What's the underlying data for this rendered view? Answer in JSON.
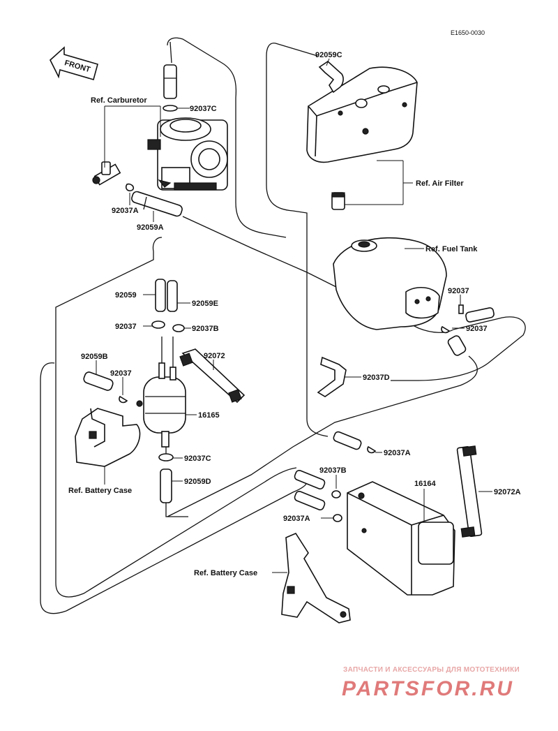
{
  "diagram_code": "E1650-0030",
  "front_label": "FRONT",
  "labels": {
    "ref_carburetor": "Ref. Carburetor",
    "ref_air_filter": "Ref. Air Filter",
    "ref_fuel_tank": "Ref. Fuel Tank",
    "ref_battery_case_left": "Ref. Battery Case",
    "ref_battery_case_bottom": "Ref. Battery Case"
  },
  "parts": {
    "p92059C": "92059C",
    "p92037C_top": "92037C",
    "p92037A_left": "92037A",
    "p92059A": "92059A",
    "p92059": "92059",
    "p92059E": "92059E",
    "p92037_mid": "92037",
    "p92037B_mid": "92037B",
    "p92072": "92072",
    "p92059B": "92059B",
    "p92037_left": "92037",
    "p16165": "16165",
    "p92037C_bottom": "92037C",
    "p92059D": "92059D",
    "p92037_tank_top": "92037",
    "p92037_tank_bottom": "92037",
    "p92037D": "92037D",
    "p92037A_right": "92037A",
    "p92037B_right": "92037B",
    "p16164": "16164",
    "p92072A": "92072A",
    "p92037A_bottom": "92037A"
  },
  "watermark": {
    "subtitle": "ЗАПЧАСТИ И АКСЕССУАРЫ ДЛЯ МОТОТЕХНИКИ",
    "brand": "PARTSFOR.RU"
  }
}
